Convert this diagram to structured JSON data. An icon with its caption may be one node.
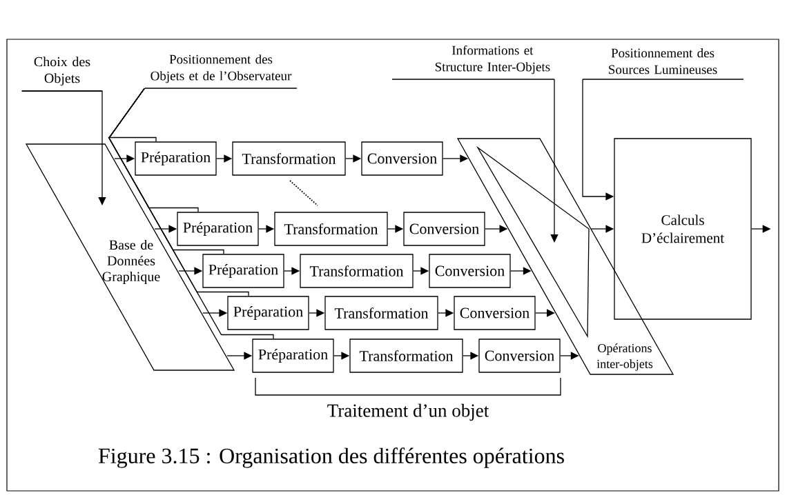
{
  "diagram": {
    "caption": "Figure 3.15 : Organisation des différentes opérations",
    "nodes": [
      {
        "text": [
          "Choix des Objets"
        ]
      },
      {
        "text": [
          "Positionnement des Objets et de l’Observateur"
        ]
      },
      {
        "text": [
          "Informations et Structure Inter-Objets"
        ]
      },
      {
        "text": [
          "Positionnement des Sources Lumineuses"
        ]
      },
      {
        "text": [
          "Base de Données Graphique"
        ]
      },
      {
        "text": [
          "Préparation"
        ]
      },
      {
        "text": [
          "Transformation"
        ]
      },
      {
        "text": [
          "Conversion"
        ]
      },
      {
        "text": [
          "Préparation"
        ]
      },
      {
        "text": [
          "Transformation"
        ]
      },
      {
        "text": [
          "Conversion"
        ]
      },
      {
        "text": [
          "Préparation"
        ]
      },
      {
        "text": [
          "Transformation"
        ]
      },
      {
        "text": [
          "Conversion"
        ]
      },
      {
        "text": [
          "Préparation"
        ]
      },
      {
        "text": [
          "Transformation"
        ]
      },
      {
        "text": [
          "Conversion"
        ]
      },
      {
        "text": [
          "Préparation"
        ]
      },
      {
        "text": [
          "Transformation"
        ]
      },
      {
        "text": [
          "Conversion"
        ]
      },
      {
        "text": [
          "Opérations inter-objets"
        ]
      },
      {
        "text": [
          "Calculs D’éclairement"
        ]
      }
    ],
    "edges": [
      {
        "from": 0,
        "to": 4,
        "arrow": "to"
      },
      {
        "from": 1,
        "to": 5,
        "arrow": "none"
      },
      {
        "from": 1,
        "to": 8,
        "arrow": "none"
      },
      {
        "from": 1,
        "to": 11,
        "arrow": "none"
      },
      {
        "from": 1,
        "to": 14,
        "arrow": "none"
      },
      {
        "from": 1,
        "to": 17,
        "arrow": "none"
      },
      {
        "from": 4,
        "to": 5,
        "arrow": "to"
      },
      {
        "from": 4,
        "to": 8,
        "arrow": "to"
      },
      {
        "from": 4,
        "to": 11,
        "arrow": "to"
      },
      {
        "from": 4,
        "to": 14,
        "arrow": "to"
      },
      {
        "from": 4,
        "to": 17,
        "arrow": "to"
      },
      {
        "from": 5,
        "to": 6,
        "arrow": "to"
      },
      {
        "from": 6,
        "to": 7,
        "arrow": "to"
      },
      {
        "from": 8,
        "to": 9,
        "arrow": "to"
      },
      {
        "from": 9,
        "to": 10,
        "arrow": "to"
      },
      {
        "from": 11,
        "to": 12,
        "arrow": "to"
      },
      {
        "from": 12,
        "to": 13,
        "arrow": "to"
      },
      {
        "from": 14,
        "to": 15,
        "arrow": "to"
      },
      {
        "from": 15,
        "to": 16,
        "arrow": "to"
      },
      {
        "from": 17,
        "to": 18,
        "arrow": "to"
      },
      {
        "from": 18,
        "to": 19,
        "arrow": "to"
      },
      {
        "from": 7,
        "to": 20,
        "arrow": "to"
      },
      {
        "from": 10,
        "to": 20,
        "arrow": "to"
      },
      {
        "from": 13,
        "to": 20,
        "arrow": "to"
      },
      {
        "from": 16,
        "to": 20,
        "arrow": "to"
      },
      {
        "from": 19,
        "to": 20,
        "arrow": "to"
      },
      {
        "from": 2,
        "to": 20,
        "arrow": "to"
      },
      {
        "from": 3,
        "to": 21,
        "arrow": "to"
      },
      {
        "from": 20,
        "to": 21,
        "arrow": "to"
      },
      {
        "from": 21,
        "to": null,
        "arrow": "to"
      }
    ],
    "labels": [
      "Traitement d’un objet"
    ]
  }
}
